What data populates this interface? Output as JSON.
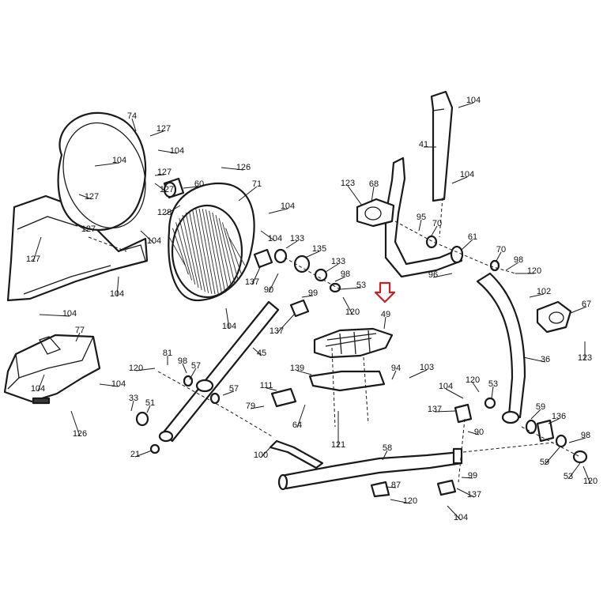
{
  "diagram": {
    "highlight_color": "#cc1f1f",
    "highlight_icon": "down-arrow-icon",
    "callouts": [
      {
        "id": "c1",
        "text": "74"
      },
      {
        "id": "c2",
        "text": "127"
      },
      {
        "id": "c3",
        "text": "104"
      },
      {
        "id": "c4",
        "text": "104"
      },
      {
        "id": "c5",
        "text": "127"
      },
      {
        "id": "c6",
        "text": "127"
      },
      {
        "id": "c7",
        "text": "127"
      },
      {
        "id": "c8",
        "text": "127"
      },
      {
        "id": "c9",
        "text": "104"
      },
      {
        "id": "c10",
        "text": "127"
      },
      {
        "id": "c11",
        "text": "104"
      },
      {
        "id": "c12",
        "text": "104"
      },
      {
        "id": "c13",
        "text": "60"
      },
      {
        "id": "c14",
        "text": "128"
      },
      {
        "id": "c15",
        "text": "126"
      },
      {
        "id": "c16",
        "text": "71"
      },
      {
        "id": "c17",
        "text": "104"
      },
      {
        "id": "c18",
        "text": "104"
      },
      {
        "id": "c19",
        "text": "133"
      },
      {
        "id": "c20",
        "text": "135"
      },
      {
        "id": "c21",
        "text": "133"
      },
      {
        "id": "c22",
        "text": "137"
      },
      {
        "id": "c23",
        "text": "90"
      },
      {
        "id": "c24",
        "text": "99"
      },
      {
        "id": "c25",
        "text": "98"
      },
      {
        "id": "c26",
        "text": "53"
      },
      {
        "id": "c27",
        "text": "120"
      },
      {
        "id": "c28",
        "text": "104"
      },
      {
        "id": "c29",
        "text": "137"
      },
      {
        "id": "c30",
        "text": "45"
      },
      {
        "id": "c31",
        "text": "77"
      },
      {
        "id": "c32",
        "text": "104"
      },
      {
        "id": "c33",
        "text": "104"
      },
      {
        "id": "c34",
        "text": "126"
      },
      {
        "id": "c35",
        "text": "81"
      },
      {
        "id": "c36",
        "text": "98"
      },
      {
        "id": "c37",
        "text": "57"
      },
      {
        "id": "c38",
        "text": "120"
      },
      {
        "id": "c39",
        "text": "57"
      },
      {
        "id": "c40",
        "text": "33"
      },
      {
        "id": "c41",
        "text": "51"
      },
      {
        "id": "c42",
        "text": "21"
      },
      {
        "id": "c43",
        "text": "104"
      },
      {
        "id": "c44",
        "text": "41"
      },
      {
        "id": "c45",
        "text": "104"
      },
      {
        "id": "c46",
        "text": "123"
      },
      {
        "id": "c47",
        "text": "68"
      },
      {
        "id": "c48",
        "text": "95"
      },
      {
        "id": "c49",
        "text": "70"
      },
      {
        "id": "c50",
        "text": "61"
      },
      {
        "id": "c51",
        "text": "70"
      },
      {
        "id": "c52",
        "text": "98"
      },
      {
        "id": "c53",
        "text": "120"
      },
      {
        "id": "c54",
        "text": "96"
      },
      {
        "id": "c55",
        "text": "102"
      },
      {
        "id": "c56",
        "text": "67"
      },
      {
        "id": "c57",
        "text": "123"
      },
      {
        "id": "c58",
        "text": "49"
      },
      {
        "id": "c59",
        "text": "36"
      },
      {
        "id": "c60",
        "text": "139"
      },
      {
        "id": "c61",
        "text": "94"
      },
      {
        "id": "c62",
        "text": "103"
      },
      {
        "id": "c63",
        "text": "111"
      },
      {
        "id": "c64",
        "text": "79"
      },
      {
        "id": "c65",
        "text": "64"
      },
      {
        "id": "c66",
        "text": "121"
      },
      {
        "id": "c67",
        "text": "104"
      },
      {
        "id": "c68",
        "text": "120"
      },
      {
        "id": "c69",
        "text": "53"
      },
      {
        "id": "c70",
        "text": "137"
      },
      {
        "id": "c71",
        "text": "90"
      },
      {
        "id": "c72",
        "text": "59"
      },
      {
        "id": "c73",
        "text": "136"
      },
      {
        "id": "c74",
        "text": "98"
      },
      {
        "id": "c75",
        "text": "59"
      },
      {
        "id": "c76",
        "text": "53"
      },
      {
        "id": "c77",
        "text": "120"
      },
      {
        "id": "c78",
        "text": "100"
      },
      {
        "id": "c79",
        "text": "58"
      },
      {
        "id": "c80",
        "text": "99"
      },
      {
        "id": "c81",
        "text": "87"
      },
      {
        "id": "c82",
        "text": "120"
      },
      {
        "id": "c83",
        "text": "137"
      },
      {
        "id": "c84",
        "text": "104"
      }
    ]
  }
}
